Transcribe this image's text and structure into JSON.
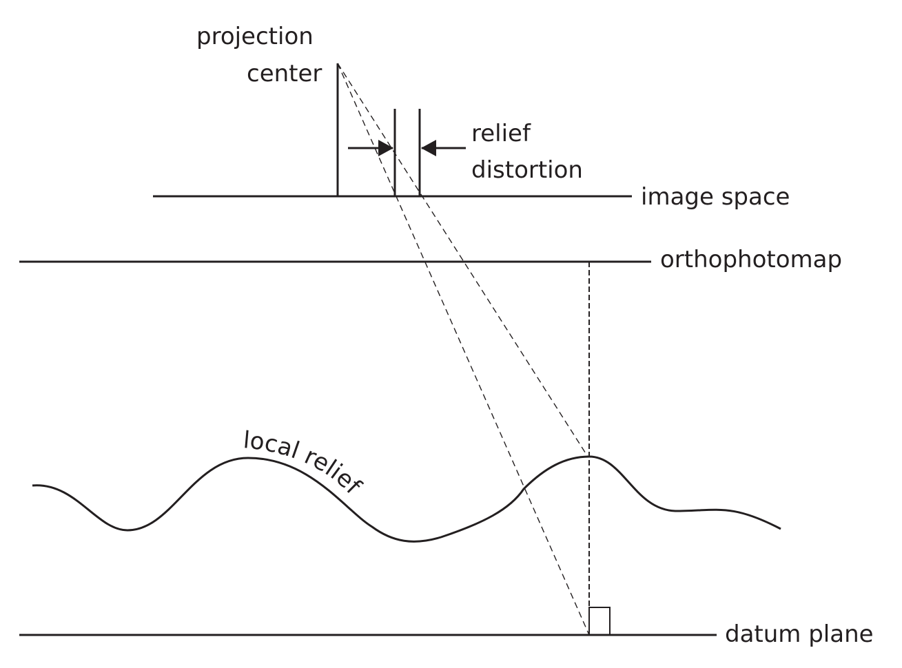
{
  "labels": {
    "projection_line1": "projection",
    "projection_line2": "center",
    "relief_line1": "relief",
    "relief_line2": "distortion",
    "image_space": "image space",
    "orthophotomap": "orthophotomap",
    "local_relief": "local relief",
    "datum_plane": "datum plane"
  },
  "colors": {
    "ink": "#231f20",
    "background": "#ffffff"
  }
}
